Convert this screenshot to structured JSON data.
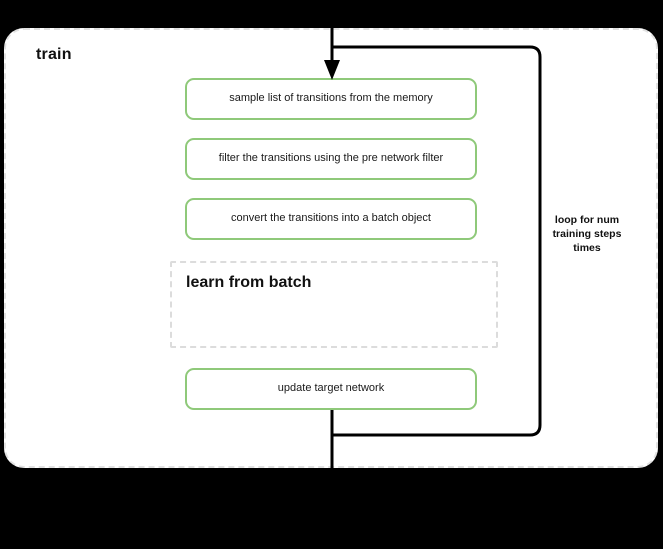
{
  "page": {
    "background_color": "#000000",
    "canvas_color": "#ffffff"
  },
  "block": {
    "title": "train",
    "border_color": "#e2e2e2",
    "border_style": "dashed"
  },
  "steps": [
    {
      "id": "sample",
      "label": "sample list of transitions from the memory",
      "color": "#8fc97a"
    },
    {
      "id": "filter",
      "label": "filter the transitions using the pre network filter",
      "color": "#8fc97a"
    },
    {
      "id": "convert",
      "label": "convert the transitions into a batch object",
      "color": "#8fc97a"
    },
    {
      "id": "update",
      "label": "update target network",
      "color": "#8fc97a"
    }
  ],
  "inner_block": {
    "title": "learn from batch",
    "border_color": "#dcdcdc",
    "border_style": "dashed"
  },
  "loop": {
    "caption": "loop for num training steps times",
    "line_color": "#000000"
  },
  "connectors": {
    "arrow_color": "#000000",
    "entry_arrow": "arrow-down-icon",
    "loop_back": "loop-path"
  }
}
